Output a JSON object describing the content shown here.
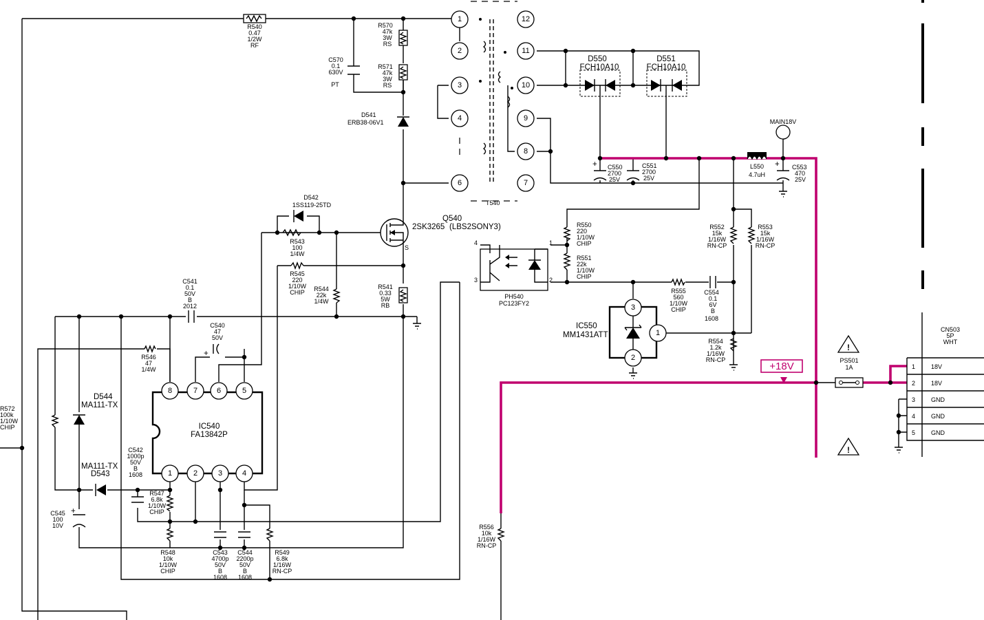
{
  "components": {
    "r540": {
      "ref": "R540",
      "value": "0.47",
      "rating": "1/2W",
      "type": "RF"
    },
    "r570": {
      "ref": "R570",
      "value": "47k",
      "rating": "3W",
      "type": "RS"
    },
    "r571": {
      "ref": "R571",
      "value": "47k",
      "rating": "3W",
      "type": "RS"
    },
    "c570": {
      "ref": "C570",
      "value": "0.1",
      "rating": "630V",
      "type": "PT"
    },
    "d541": {
      "ref": "D541",
      "part": "ERB38-06V1"
    },
    "d542": {
      "ref": "D542",
      "part": "1SS119-25TD"
    },
    "q540": {
      "ref": "Q540",
      "part": "2SK3265",
      "note": "(LBS2SONY3)",
      "source_pin": "S"
    },
    "r543": {
      "ref": "R543",
      "value": "100",
      "rating": "1/4W"
    },
    "r545": {
      "ref": "R545",
      "value": "220",
      "rating": "1/10W",
      "type": "CHIP"
    },
    "r544": {
      "ref": "R544",
      "value": "22k",
      "rating": "1/4W"
    },
    "r541": {
      "ref": "R541",
      "value": "0.33",
      "rating": "5W",
      "type": "RB"
    },
    "c541": {
      "ref": "C541",
      "value": "0.1",
      "rating": "50V",
      "type": "B",
      "size": "2012"
    },
    "c540": {
      "ref": "C540",
      "value": "47",
      "rating": "50V"
    },
    "r546": {
      "ref": "R546",
      "value": "47",
      "rating": "1/4W"
    },
    "ic540": {
      "ref": "IC540",
      "part": "FA13842P"
    },
    "d544": {
      "ref": "D544",
      "part": "MA111-TX"
    },
    "d543": {
      "ref": "D543",
      "part": "MA111-TX"
    },
    "c542": {
      "ref": "C542",
      "value": "1000p",
      "rating": "50V",
      "type": "B",
      "size": "1608"
    },
    "r547": {
      "ref": "R547",
      "value": "6.8k",
      "rating": "1/10W",
      "type": "CHIP"
    },
    "r548": {
      "ref": "R548",
      "value": "10k",
      "rating": "1/10W",
      "type": "CHIP"
    },
    "c543": {
      "ref": "C543",
      "value": "4700p",
      "rating": "50V",
      "type": "B",
      "size": "1608"
    },
    "c544": {
      "ref": "C544",
      "value": "2200p",
      "rating": "50V",
      "type": "B",
      "size": "1608"
    },
    "r549": {
      "ref": "R549",
      "value": "6.8k",
      "rating": "1/16W",
      "type": "RN-CP"
    },
    "c545": {
      "ref": "C545",
      "value": "100",
      "rating": "10V"
    },
    "r572": {
      "ref": "R572",
      "value": "100k",
      "rating": "1/10W",
      "type": "CHIP"
    },
    "t540": {
      "ref": "T540"
    },
    "d550": {
      "ref": "D550",
      "part": "FCH10A10"
    },
    "d551": {
      "ref": "D551",
      "part": "FCH10A10"
    },
    "c550": {
      "ref": "C550",
      "value": "2700",
      "rating": "25V"
    },
    "c551": {
      "ref": "C551",
      "value": "2700",
      "rating": "25V"
    },
    "l550": {
      "ref": "L550",
      "value": "4.7uH"
    },
    "c553": {
      "ref": "C553",
      "value": "470",
      "rating": "25V"
    },
    "main18v": {
      "label": "MAIN18V"
    },
    "r550": {
      "ref": "R550",
      "value": "220",
      "rating": "1/10W",
      "type": "CHIP"
    },
    "r551": {
      "ref": "R551",
      "value": "22k",
      "rating": "1/10W",
      "type": "CHIP"
    },
    "ph540": {
      "ref": "PH540",
      "part": "PC123FY2"
    },
    "r552": {
      "ref": "R552",
      "value": "15k",
      "rating": "1/16W",
      "type": "RN-CP"
    },
    "r553": {
      "ref": "R553",
      "value": "15k",
      "rating": "1/16W",
      "type": "RN-CP"
    },
    "r555": {
      "ref": "R555",
      "value": "560",
      "rating": "1/10W",
      "type": "CHIP"
    },
    "c554": {
      "ref": "C554",
      "value": "0.1",
      "rating": "6V",
      "type": "B",
      "size": "1608"
    },
    "ic550": {
      "ref": "IC550",
      "part": "MM1431ATT"
    },
    "r554": {
      "ref": "R554",
      "value": "1.2k",
      "rating": "1/16W",
      "type": "RN-CP"
    },
    "r556": {
      "ref": "R556",
      "value": "10k",
      "rating": "1/16W",
      "type": "RN-CP"
    },
    "ps501": {
      "ref": "PS501",
      "value": "1A"
    }
  },
  "rail_label": "+18V",
  "connector": {
    "ref": "CN503",
    "pins_count": "5P",
    "color": "WHT",
    "pins": [
      {
        "num": "1",
        "name": "18V"
      },
      {
        "num": "2",
        "name": "18V"
      },
      {
        "num": "3",
        "name": "GND"
      },
      {
        "num": "4",
        "name": "GND"
      },
      {
        "num": "5",
        "name": "GND"
      }
    ]
  },
  "transformer_pins": [
    "1",
    "2",
    "3",
    "4",
    "6",
    "7",
    "8",
    "9",
    "10",
    "11",
    "12"
  ],
  "ic540_pins": [
    "1",
    "2",
    "3",
    "4",
    "5",
    "6",
    "7",
    "8"
  ],
  "ic550_pins": [
    "1",
    "2",
    "3"
  ],
  "ph540_pins": [
    "1",
    "2",
    "3",
    "4"
  ],
  "colors": {
    "highlight_rail": "#c0006e",
    "wire": "#000000",
    "background": "#ffffff"
  },
  "icons": [
    "resistor-symbol",
    "capacitor-symbol",
    "diode-symbol",
    "mosfet-symbol",
    "optocoupler-symbol",
    "inductor-symbol",
    "ground-symbol",
    "fuse-symbol",
    "warning-triangle-icon"
  ]
}
